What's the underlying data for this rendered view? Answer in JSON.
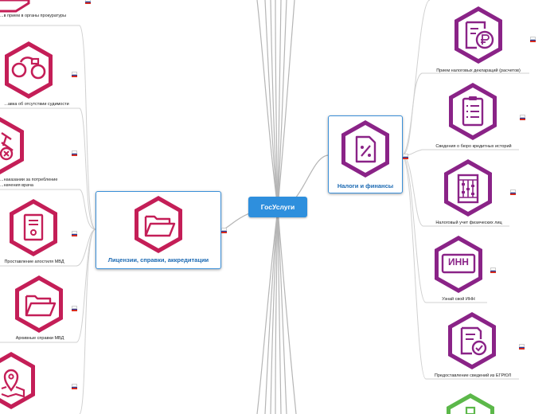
{
  "root": {
    "label": "ГосУслуги"
  },
  "branches": {
    "licenses": {
      "label": "Лицензии, справки, аккредитации",
      "icon": "folder-open-icon",
      "color": "#c41e57"
    },
    "taxes": {
      "label": "Налоги и финансы",
      "icon": "percent-document-icon",
      "color": "#8a2387"
    }
  },
  "left_items": [
    {
      "label": "...в прием в органы прокуратуры",
      "icon": "shield-icon"
    },
    {
      "label": "...авка об отсутствии судимости",
      "icon": "handcuffs-icon"
    },
    {
      "label": "...наказании за потребление\n...начения врача",
      "icon": "syringe-icon"
    },
    {
      "label": "Проставление апостиля МВД",
      "icon": "certificate-icon"
    },
    {
      "label": "Архивные справки МВД",
      "icon": "folder-icon"
    },
    {
      "label": "",
      "icon": "map-pin-icon"
    }
  ],
  "right_items": [
    {
      "label": "Прием налоговых деклараций (расчетов)",
      "icon": "ruble-document-icon"
    },
    {
      "label": "Сведения о бюро кредитных историй",
      "icon": "clipboard-list-icon"
    },
    {
      "label": "Налоговый учет физических лиц",
      "icon": "abacus-icon"
    },
    {
      "label": "Узнай свой ИНН",
      "icon": "inn-icon",
      "inn_text": "ИНН"
    },
    {
      "label": "Предоставление сведений из ЕГРЮЛ",
      "icon": "document-check-icon"
    },
    {
      "label": "",
      "icon": "green-document-icon"
    }
  ],
  "colors": {
    "left": "#c41e57",
    "right": "#8a2387",
    "green": "#5cb84a",
    "accent": "#2e8fdd"
  }
}
